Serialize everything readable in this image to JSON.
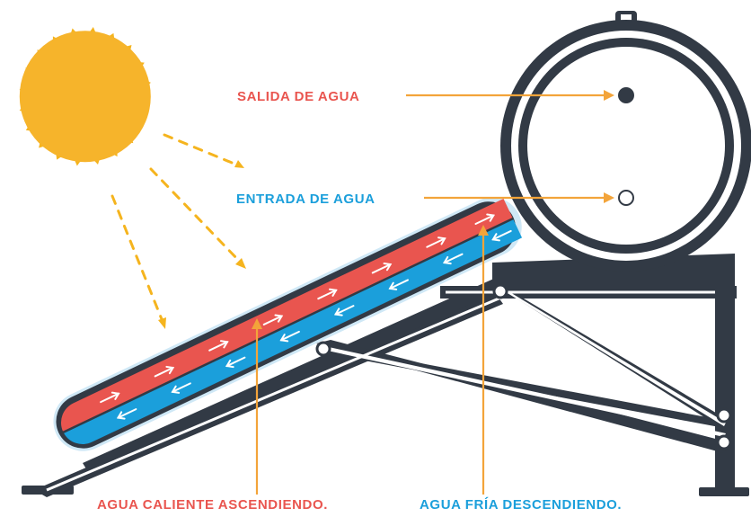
{
  "colors": {
    "red": "#e9554f",
    "blue": "#1b9fdb",
    "dark": "#323a45",
    "orange": "#f3a43a",
    "sun": "#f6b42b",
    "sun_rays": "#f5b41e",
    "white": "#ffffff"
  },
  "labels": {
    "water_outlet": "SALIDA DE AGUA",
    "water_inlet": "ENTRADA DE AGUA",
    "hot_water": "AGUA CALIENTE ASCENDIENDO.",
    "cold_water": "AGUA FRÍA DESCENDIENDO."
  },
  "icons": {
    "sun": "sun-icon",
    "tank": "water-tank",
    "collector": "collector-tube",
    "frame": "support-frame"
  }
}
